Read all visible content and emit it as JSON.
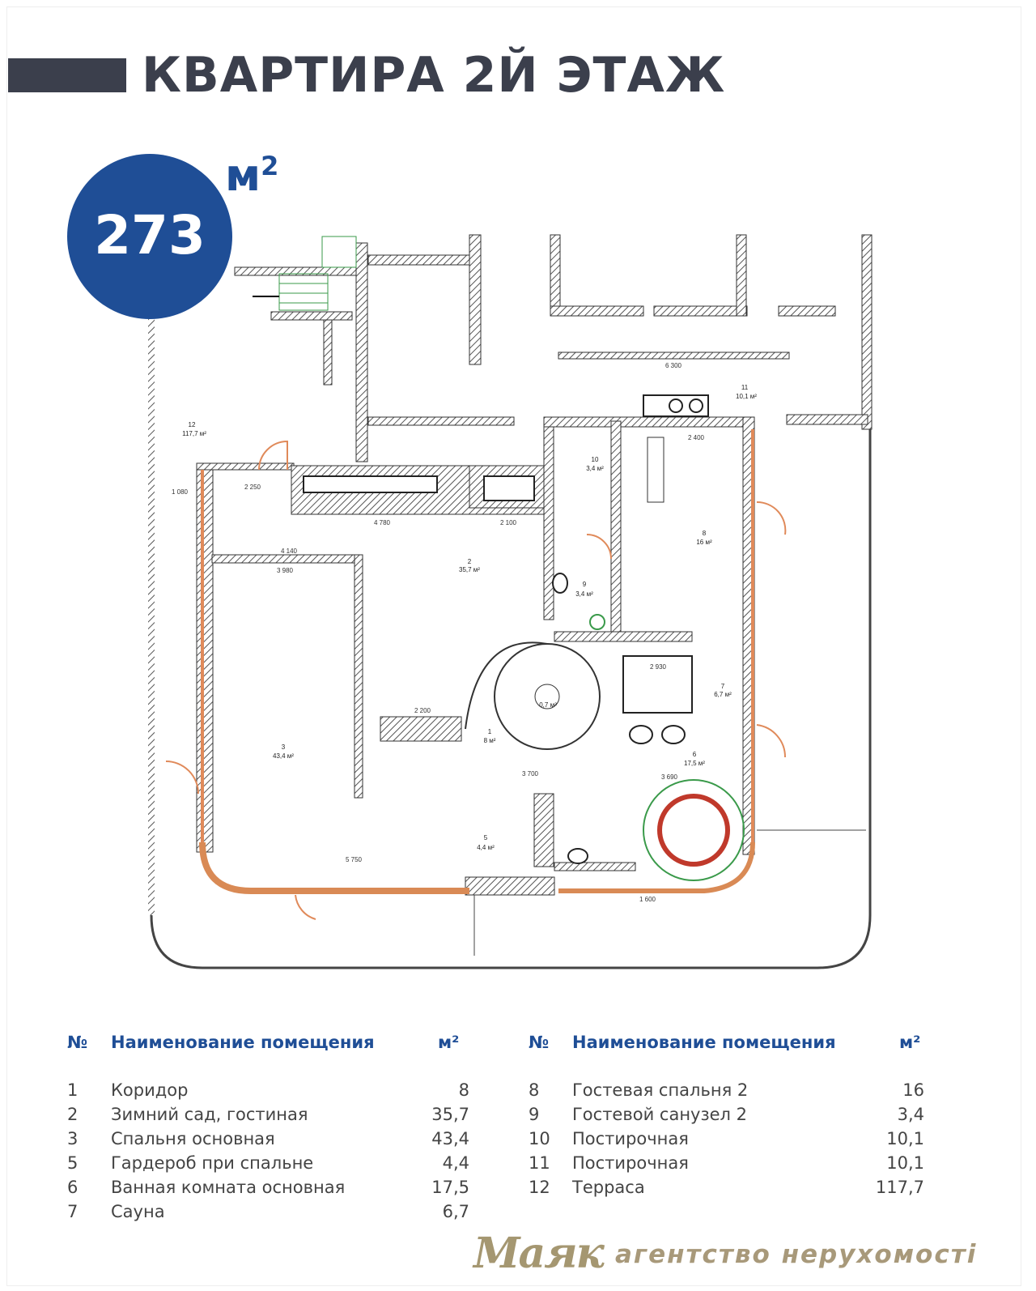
{
  "header": {
    "title": "КВАРТИРА 2Й ЭТАЖ"
  },
  "area_badge": {
    "value": "273",
    "unit": "м",
    "unit_sup": "2"
  },
  "plan": {
    "room_labels": [
      {
        "no": "12",
        "area": "117,7 м²"
      },
      {
        "no": "2",
        "area": "35,7 м²"
      },
      {
        "no": "3",
        "area": "43,4 м²"
      },
      {
        "no": "1",
        "area": "8 м²"
      },
      {
        "no": "5",
        "area": "4,4 м²"
      },
      {
        "no": "6",
        "area": "17,5 м²"
      },
      {
        "no": "7",
        "area": "6,7 м²"
      },
      {
        "no": "8",
        "area": "16 м²"
      },
      {
        "no": "9",
        "area": "3,4 м²"
      },
      {
        "no": "10",
        "area": "3,4 м²"
      },
      {
        "no": "11",
        "area": "10,1 м²"
      },
      {
        "stair": "0,7 м²"
      }
    ],
    "dimensions": [
      "2 250",
      "4 780",
      "2 100",
      "4 140",
      "3 980",
      "5 750",
      "3 700",
      "3 690",
      "6 300",
      "1 080",
      "2 400",
      "2 200",
      "1 600",
      "2 930"
    ]
  },
  "table": {
    "headers": {
      "no": "№",
      "name": "Наименование помещения",
      "area": "м²"
    },
    "left": [
      {
        "no": "1",
        "name": "Коридор",
        "area": "8"
      },
      {
        "no": "2",
        "name": "Зимний сад, гостиная",
        "area": "35,7"
      },
      {
        "no": "3",
        "name": "Спальня основная",
        "area": "43,4"
      },
      {
        "no": "5",
        "name": "Гардероб при спальне",
        "area": "4,4"
      },
      {
        "no": "6",
        "name": "Ванная комната основная",
        "area": "17,5"
      },
      {
        "no": "7",
        "name": "Сауна",
        "area": "6,7"
      }
    ],
    "right": [
      {
        "no": "8",
        "name": "Гостевая спальня 2",
        "area": "16"
      },
      {
        "no": "9",
        "name": "Гостевой санузел 2",
        "area": "3,4"
      },
      {
        "no": "10",
        "name": "Постирочная",
        "area": "10,1"
      },
      {
        "no": "11",
        "name": "Постирочная",
        "area": "10,1"
      },
      {
        "no": "12",
        "name": "Терраса",
        "area": "117,7"
      }
    ]
  },
  "watermark": {
    "brand": "Маяк",
    "subtitle": "агентство нерухомості",
    "color": "#a8997a"
  },
  "colors": {
    "accent": "#1f4e96",
    "title": "#3b3f4c",
    "door": "#e08a5a"
  }
}
